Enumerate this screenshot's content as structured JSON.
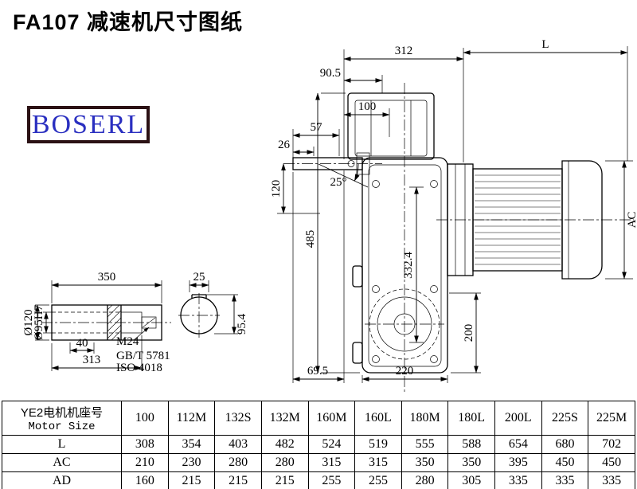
{
  "page": {
    "title": "FA107 减速机尺寸图纸"
  },
  "logo": {
    "text": "BOSERL",
    "text_color": "#2a2fc0",
    "border_color": "#2b1114"
  },
  "dims": {
    "w312": "312",
    "L": "L",
    "w90_5": "90.5",
    "w100": "100",
    "w57": "57",
    "w26": "26",
    "h120": "120",
    "ang25": "25°",
    "h485": "485",
    "h332_4": "332.4",
    "AC": "AC",
    "h200": "200",
    "w69_5": "69.5",
    "w220": "220",
    "w350": "350",
    "k25": "25",
    "dia120": "Ø120",
    "dia95": "Ø95H7",
    "w40": "40",
    "w313": "313",
    "m24": "M24",
    "gbt": "GB/T 5781",
    "iso": "ISO 4018",
    "h95_4": "95.4"
  },
  "table": {
    "header_cn": "YE2电机机座号",
    "header_en": "Motor Size",
    "sizes": [
      "100",
      "112M",
      "132S",
      "132M",
      "160M",
      "160L",
      "180M",
      "180L",
      "200L",
      "225S",
      "225M"
    ],
    "rows": [
      {
        "label": "L",
        "values": [
          "308",
          "354",
          "403",
          "482",
          "524",
          "519",
          "555",
          "588",
          "654",
          "680",
          "702"
        ]
      },
      {
        "label": "AC",
        "values": [
          "210",
          "230",
          "280",
          "280",
          "315",
          "315",
          "350",
          "350",
          "395",
          "450",
          "450"
        ]
      },
      {
        "label": "AD",
        "values": [
          "160",
          "215",
          "215",
          "215",
          "255",
          "255",
          "280",
          "305",
          "335",
          "335",
          "335"
        ]
      }
    ]
  }
}
